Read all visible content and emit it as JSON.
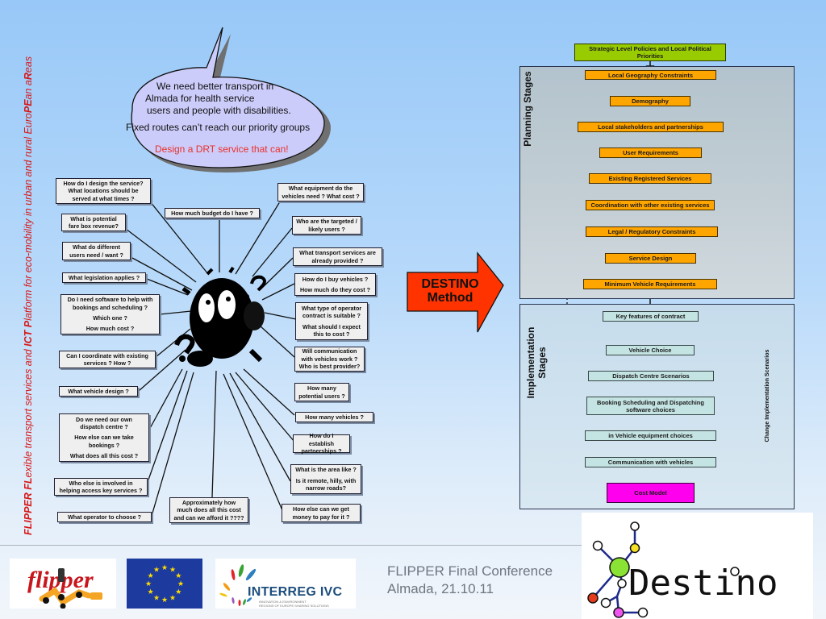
{
  "side_title": {
    "parts": [
      {
        "text": "FLIPPER ",
        "bold": true
      },
      {
        "text": "FL",
        "bold": true
      },
      {
        "text": "exible transport services and ",
        "bold": false
      },
      {
        "text": "ICT ",
        "bold": true
      },
      {
        "text": "P",
        "bold": true
      },
      {
        "text": "latform for eco-mobility in urban and rural Euro",
        "bold": false
      },
      {
        "text": "PE",
        "bold": true
      },
      {
        "text": "an a",
        "bold": false
      },
      {
        "text": "R",
        "bold": true
      },
      {
        "text": "eas",
        "bold": false
      }
    ]
  },
  "bubble": {
    "line1": "We need better transport in",
    "line2": "Almada for health service",
    "line3": "users and people with disabilities.",
    "line4": "Fixed routes can’t reach our priority groups",
    "line5": "Design a DRT service that can!"
  },
  "questions_left": [
    {
      "lines": [
        "How do I design the service?",
        "What locations should be",
        "served at what times ?"
      ]
    },
    {
      "lines": [
        "What is potential",
        "fare box revenue?"
      ]
    },
    {
      "lines": [
        "What do different",
        "users need / want ?"
      ]
    },
    {
      "lines": [
        "What legislation applies ?"
      ]
    },
    {
      "lines": [
        "Do I need software to help with",
        "bookings and scheduling ?",
        "Which one ?",
        "How much cost ?"
      ]
    },
    {
      "lines": [
        "Can I coordinate with existing",
        "services  ?    How ?"
      ]
    },
    {
      "lines": [
        "What vehicle design ?"
      ]
    },
    {
      "lines": [
        "Do we need our own",
        "dispatch centre ?",
        "How else can we take",
        "bookings ?",
        "What does all this cost ?"
      ]
    },
    {
      "lines": [
        "Who else is involved in",
        "helping access key services ?"
      ]
    },
    {
      "lines": [
        "What operator to choose ?"
      ]
    },
    {
      "lines": [
        "Approximately how",
        "much does all this cost",
        "and can we afford it ????"
      ]
    }
  ],
  "questions_right": [
    {
      "lines": [
        "How much budget do I have ?"
      ]
    },
    {
      "lines": [
        "What equipment do the",
        "vehicles need ?   What cost ?"
      ]
    },
    {
      "lines": [
        "Who are the targeted /",
        "likely users ?"
      ]
    },
    {
      "lines": [
        "What transport services are",
        "already provided ?"
      ]
    },
    {
      "lines": [
        "How do I buy vehicles ?",
        "How much do they cost ?"
      ]
    },
    {
      "lines": [
        "What type of operator",
        "contract is suitable ?",
        "What should I expect",
        "this to cost ?"
      ]
    },
    {
      "lines": [
        "Will communication",
        "with vehicles work ?",
        "Who is best provider?"
      ]
    },
    {
      "lines": [
        "How many",
        "potential users ?"
      ]
    },
    {
      "lines": [
        "How many vehicles ?"
      ]
    },
    {
      "lines": [
        "How do I establish",
        "partnerships ?"
      ]
    },
    {
      "lines": [
        "What is the area like ?",
        "Is it remote, hilly, with",
        "narrow roads?"
      ]
    },
    {
      "lines": [
        "How else can we get",
        "money to pay for it ?"
      ]
    }
  ],
  "arrow": {
    "line1": "DESTINO",
    "line2": "Method",
    "color": "#ff3300"
  },
  "flow": {
    "top": "Strategic Level Policies and Local Political Priorities",
    "planning_label": "Planning Stages",
    "planning": [
      "Local Geography Constraints",
      "Demography",
      "Local stakeholders and partnerships",
      "User Requirements",
      "Existing Registered Services",
      "Coordination with other existing services",
      "Legal / Regulatory Constraints",
      "Service Design",
      "Minimum Vehicle Requirements"
    ],
    "implementation_label_1": "Implementation",
    "implementation_label_2": "Stages",
    "implementation": [
      "Key features of contract",
      "Vehicle Choice",
      "Dispatch Centre Scenarios",
      "Booking Scheduling and Dispatching software choices",
      "in Vehicle equipment choices",
      "Communication with vehicles",
      "Cost Model"
    ],
    "side_label": "Change Implementation Scenarios",
    "colors": {
      "top": "#99cc00",
      "planning": "#ffa500",
      "implementation": "#c4e3e3",
      "cost": "#ff00ee"
    }
  },
  "footer": {
    "conference": "FLIPPER Final Conference",
    "place_date": "Almada, 21.10.11",
    "logos": {
      "flipper": "flipper",
      "eu": "EU flag",
      "interreg": "INTERREG IVC",
      "interreg_sub1": "INNOVATION & ENVIRONMENT",
      "interreg_sub2": "REGIONS OF EUROPE SHARING SOLUTIONS",
      "destino": "Destino"
    }
  }
}
